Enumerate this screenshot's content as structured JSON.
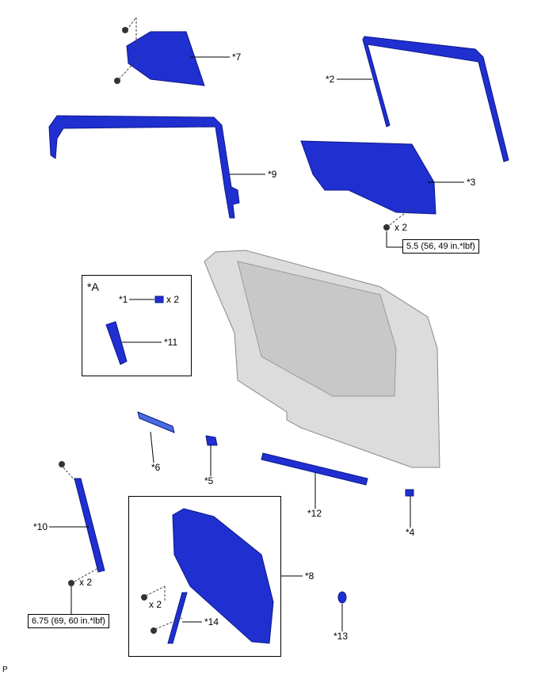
{
  "callouts": {
    "p7": "*7",
    "p2": "*2",
    "p9": "*9",
    "p3": "*3",
    "p1": "*1",
    "p11": "*11",
    "p6": "*6",
    "p5": "*5",
    "p12": "*12",
    "p4": "*4",
    "p10": "*10",
    "p8": "*8",
    "p14": "*14",
    "p13": "*13"
  },
  "inset_label": "*A",
  "quantities": {
    "q3": "x 2",
    "q1": "x 2",
    "q10": "x 2",
    "q14": "x 2"
  },
  "torques": {
    "t3": "5.5 (56, 49 in.*lbf)",
    "t10": "6.75 (69, 60 in.*lbf)"
  },
  "corner_mark": "P",
  "colors": {
    "part": "#1f2fd0",
    "door": "#d8d8d8"
  }
}
